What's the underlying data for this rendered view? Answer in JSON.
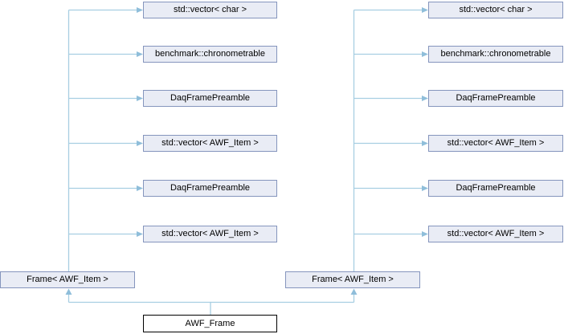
{
  "graph": {
    "kind": "class-collaboration-diagram",
    "main_node": "AWF_Frame",
    "parents": {
      "left": "Frame< AWF_Item >",
      "right": "Frame< AWF_Item >"
    },
    "left_members": [
      "std::vector< char >",
      "benchmark::chronometrable",
      "DaqFramePreamble",
      "std::vector< AWF_Item >",
      "DaqFramePreamble",
      "std::vector< AWF_Item >"
    ],
    "right_members": [
      "std::vector< char >",
      "benchmark::chronometrable",
      "DaqFramePreamble",
      "std::vector< AWF_Item >",
      "DaqFramePreamble",
      "std::vector< AWF_Item >"
    ],
    "colors": {
      "background": "#ffffff",
      "edge": "#a7cee2",
      "arrowhead": "#8fbeda",
      "member_fill": "#e9ecf5",
      "member_border": "#8595bd",
      "main_fill": "#ffffff",
      "main_border": "#000000",
      "text": "#000000"
    }
  }
}
